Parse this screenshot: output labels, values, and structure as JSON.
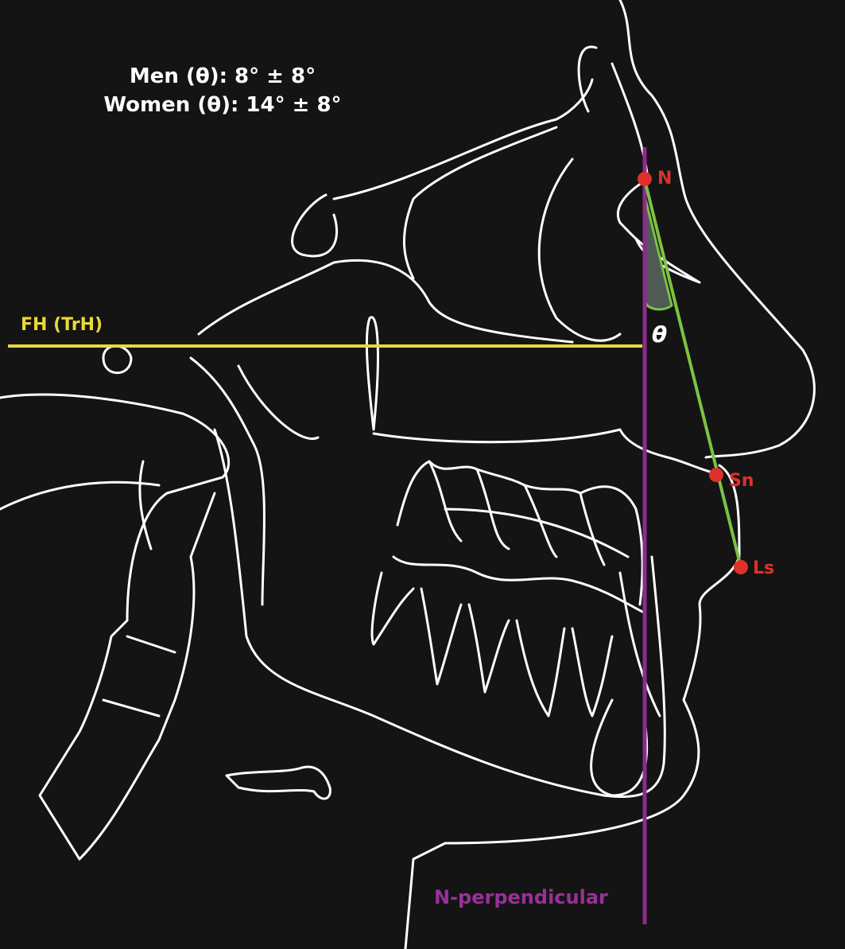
{
  "norms": {
    "men": "Men (θ): 8° ± 8°",
    "women": "Women (θ): 14° ± 8°"
  },
  "labels": {
    "fh": "FH (TrH)",
    "n_perpendicular": "N-perpendicular",
    "angle": "θ"
  },
  "points": {
    "n": "N",
    "sn": "Sn",
    "ls": "Ls"
  },
  "colors": {
    "background": "#141414",
    "outline": "#ffffff",
    "fh_line": "#e8d83a",
    "n_perpendicular": "#8e2a8e",
    "profile_line": "#7cc242",
    "landmark": "#e0302a"
  }
}
